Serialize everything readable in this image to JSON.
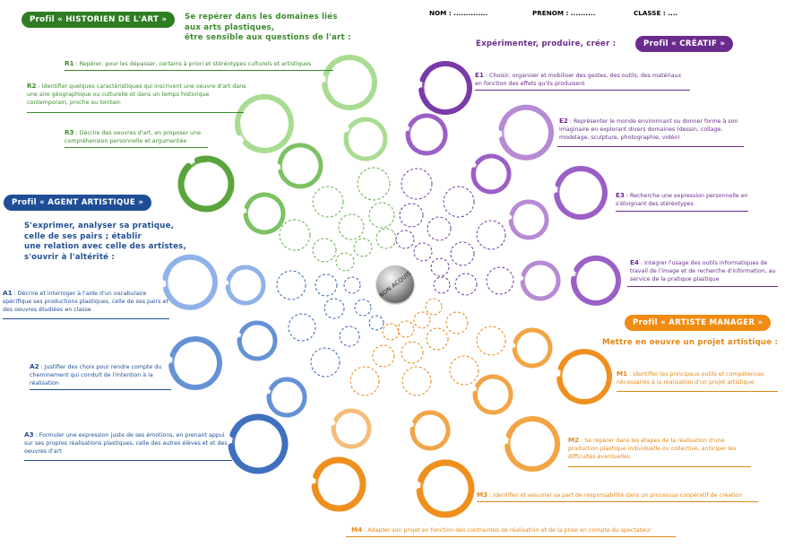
{
  "header": {
    "nom_label": "NOM : ..............",
    "prenom_label": "PRENOM : ..........",
    "classe_label": "CLASSE : ...."
  },
  "center": {
    "label": "NON ACQUIS"
  },
  "colors": {
    "green": "#3c8a2c",
    "purple": "#6a2c8c",
    "blue": "#1f4e96",
    "orange": "#e48718"
  },
  "profiles": {
    "historien": {
      "title": "Profil « HISTORIEN DE L'ART »",
      "heading": [
        "Se repérer dans les domaines liés",
        "aux arts plastiques,",
        "être sensible aux questions de l'art :"
      ],
      "items": [
        {
          "code": "R1",
          "text": " : Repérer, pour les dépasser, certains à priori et stéréotypes culturels et artistiques"
        },
        {
          "code": "R2",
          "text": " : Identifier quelques caractéristiques qui inscrivent une oeuvre d'art dans une aire géographique ou culturelle et dans un temps historique contemporain, proche ou lointain"
        },
        {
          "code": "R3",
          "text": " : Décrire des oeuvres d'art, en proposer une compréhension personnelle et argumentée"
        }
      ]
    },
    "creatif": {
      "title": "Profil « CRÉATIF »",
      "heading": [
        "Expérimenter, produire, créer :"
      ],
      "items": [
        {
          "code": "E1",
          "text": " : Choisir, organiser et mobiliser des gestes, des outils, des matériaux en fonction des effets qu'ils produisent"
        },
        {
          "code": "E2",
          "text": " : Représenter le monde environnant ou donner forme à son imaginaire en explorant divers domaines (dessin, collage, modelage, sculpture, photographie, vidéo)"
        },
        {
          "code": "E3",
          "text": " : Recherche une expression personnelle en s'éloignant des stéréotypes"
        },
        {
          "code": "E4",
          "text": " : Intégrer l'usage des outils informatiques de travail de l'image et de recherche d'information, au service de la pratique plastique"
        }
      ]
    },
    "agent": {
      "title": "Profil « AGENT ARTISTIQUE »",
      "heading": [
        "S'exprimer, analyser sa pratique,",
        "celle de ses pairs ; établir",
        "une relation avec celle des artistes,",
        "s'ouvrir à l'altérité :"
      ],
      "items": [
        {
          "code": "A1",
          "text": " : Décrire et interroger à l'aide d'un vocabulaire spécifique ses productions plastiques, celle de ses pairs et des oeuvres étudiées en classe"
        },
        {
          "code": "A2",
          "text": " : Justifier des choix pour rendre compte du cheminement qui conduit de l'intention à la réalisation"
        },
        {
          "code": "A3",
          "text": " : Formuler une expression juste de ses émotions, en prenant appui sur ses propres réalisations plastiques, celle des autres élèves et et des oeuvres d'art"
        }
      ]
    },
    "manager": {
      "title": "Profil « ARTISTE MANAGER »",
      "heading": [
        "Mettre en oeuvre un projet artistique :"
      ],
      "items": [
        {
          "code": "M1",
          "text": " : Identifier les principaux outils et compétences nécessaires à la réalisation d'un projet artistique"
        },
        {
          "code": "M2",
          "text": " : Se repérer dans les étapes de la réalisation d'une production plastique individuelle ou collective, anticiper les difficultés éventuelles"
        },
        {
          "code": "M3",
          "text": " : Identifier et assumer sa part de responsabilité dans un processus coopératif de création"
        },
        {
          "code": "M4",
          "text": " : Adapter son projet en fonction des contraintes de réalisation et de la prise en compte du spectateur"
        }
      ]
    }
  }
}
